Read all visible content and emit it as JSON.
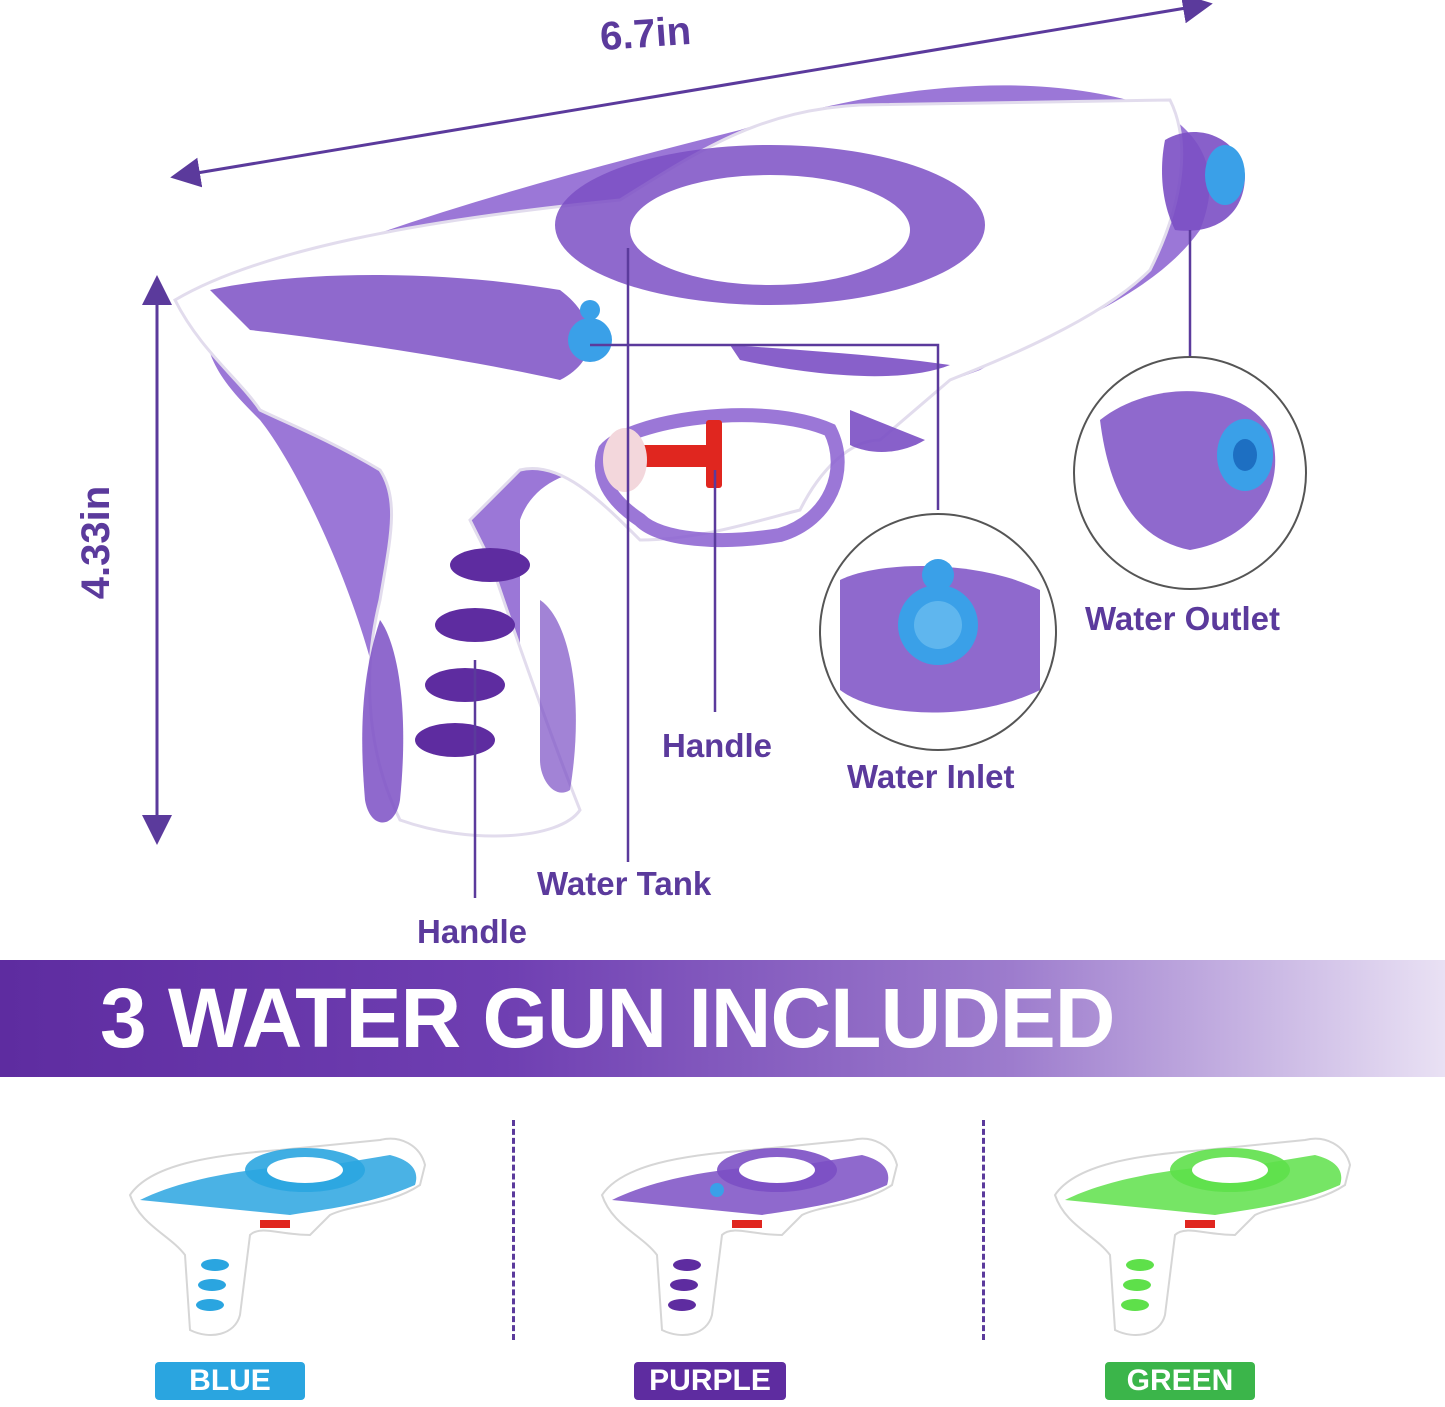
{
  "dimensions": {
    "width": "6.7in",
    "height": "4.33in"
  },
  "callouts": {
    "handle_grip": "Handle",
    "water_tank": "Water Tank",
    "handle_pump": "Handle",
    "water_inlet": "Water Inlet",
    "water_outlet": "Water Outlet"
  },
  "banner": {
    "text": "3 WATER GUN INCLUDED"
  },
  "variants": [
    {
      "label": "BLUE",
      "color": "#2aa5e0"
    },
    {
      "label": "PURPLE",
      "color": "#5e2ca0"
    },
    {
      "label": "GREEN",
      "color": "#3bb54a"
    }
  ],
  "colors": {
    "accent": "#5b3a9c",
    "gun_body": "#ffffff",
    "purple_tint": "#7b4fc4",
    "blue_tint": "#2aa5e0",
    "green_tint": "#5ee04a",
    "pump_red": "#e0261f",
    "nozzle_blue": "#3aa0e8"
  }
}
